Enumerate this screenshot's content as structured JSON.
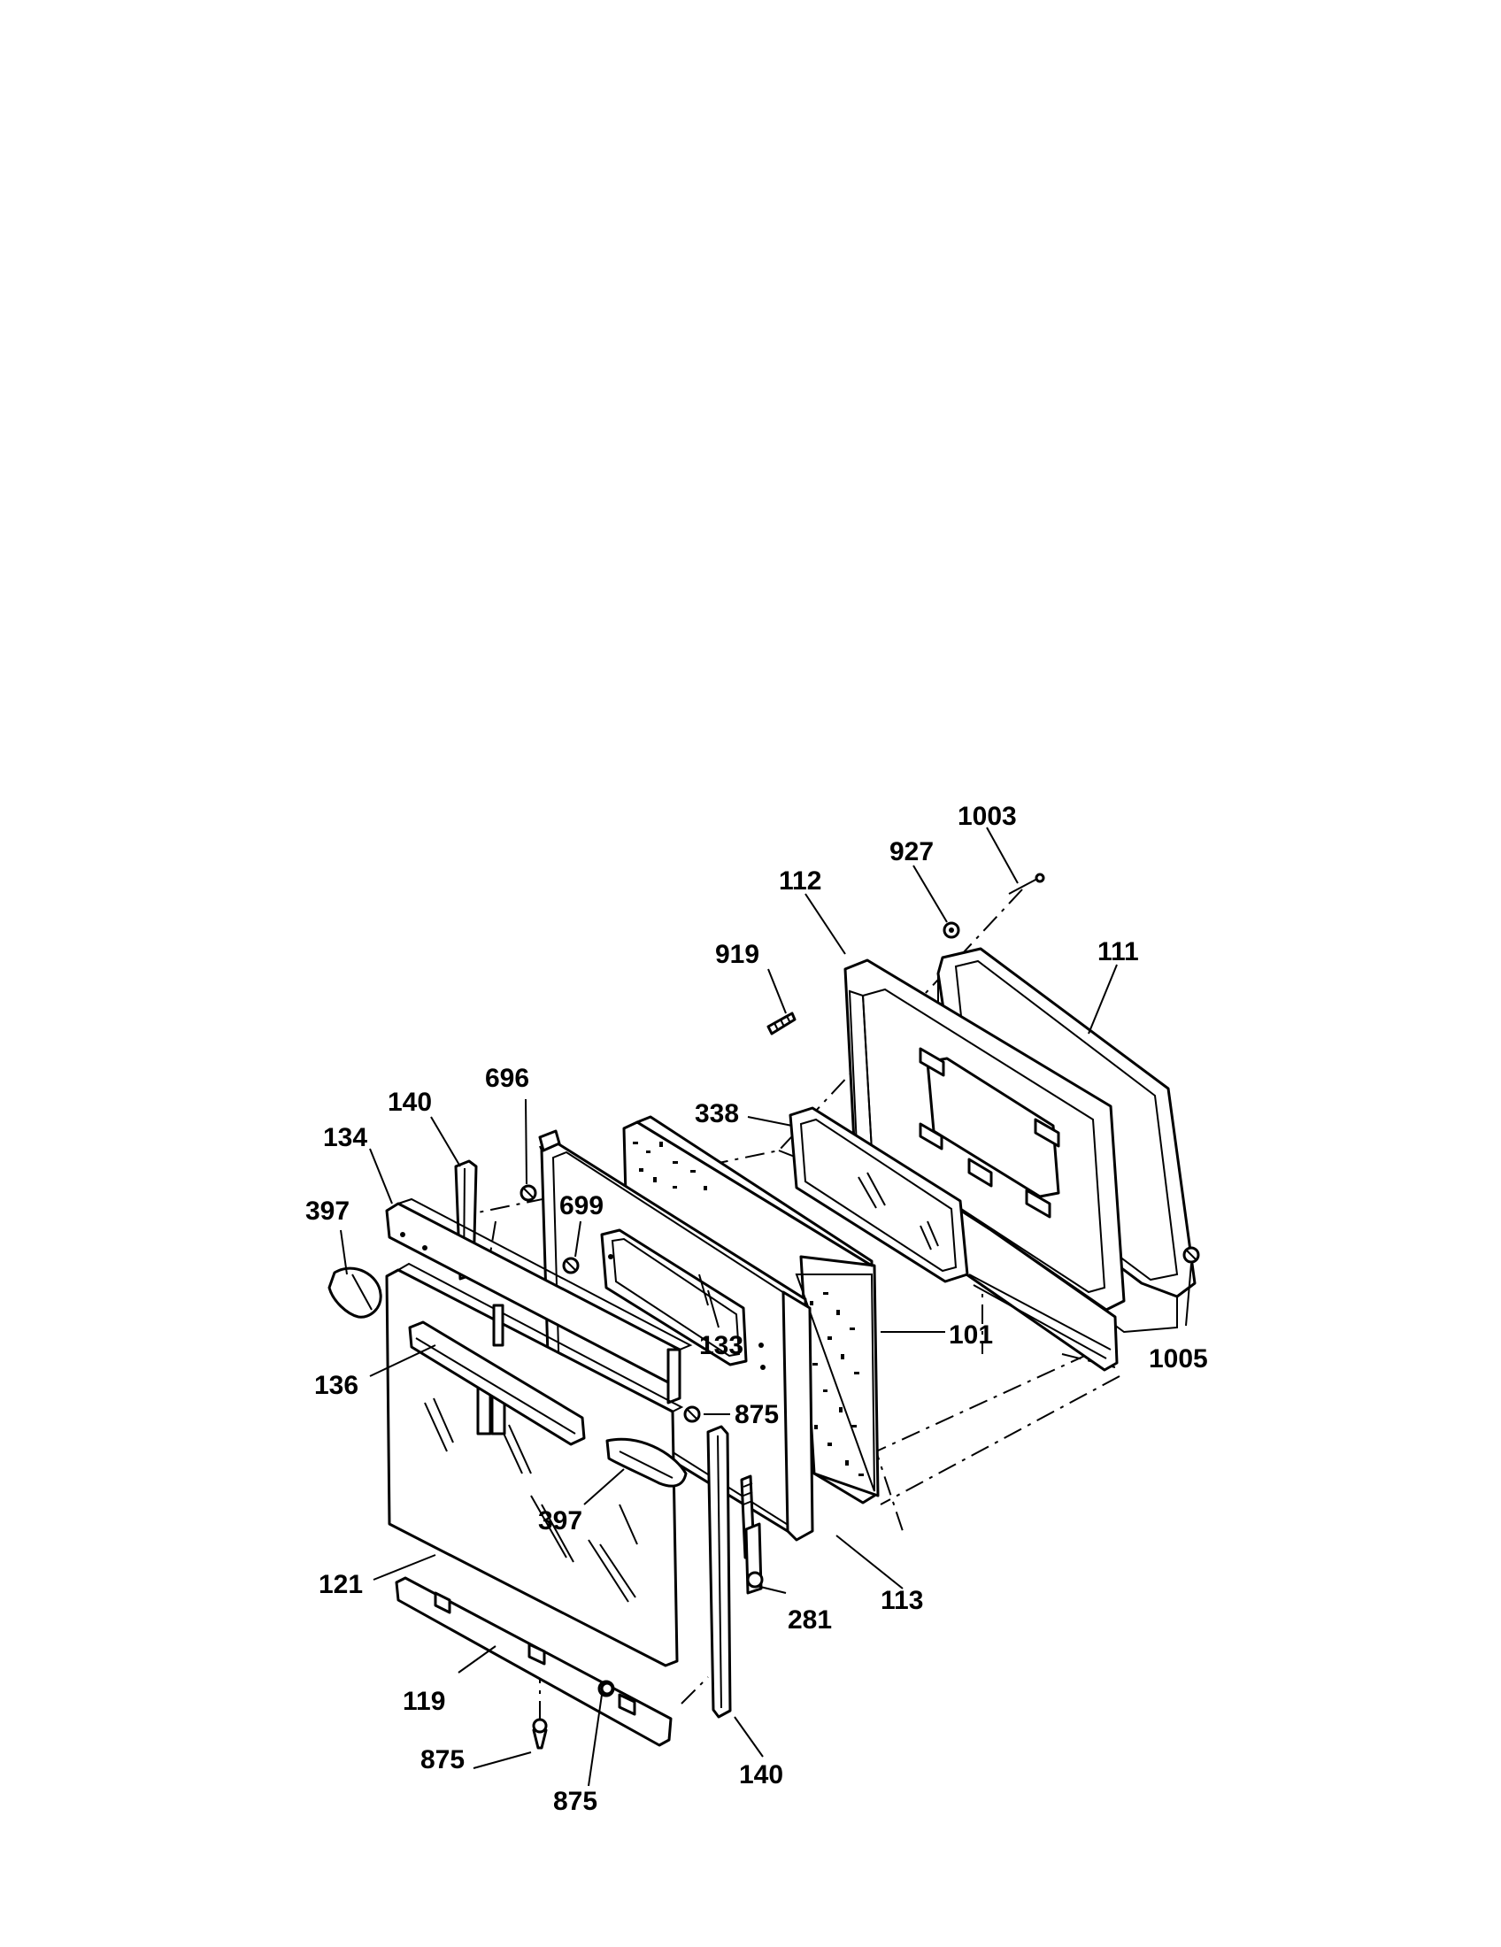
{
  "labels": {
    "l1003": "1003",
    "l927": "927",
    "l112": "112",
    "l111": "111",
    "l919": "919",
    "l696": "696",
    "l140a": "140",
    "l134": "134",
    "l338": "338",
    "l699": "699",
    "l397a": "397",
    "l133": "133",
    "l101": "101",
    "l1005": "1005",
    "l136": "136",
    "l875a": "875",
    "l397b": "397",
    "l121": "121",
    "l281": "281",
    "l113": "113",
    "l119": "119",
    "l875b": "875",
    "l875c": "875",
    "l140b": "140"
  }
}
